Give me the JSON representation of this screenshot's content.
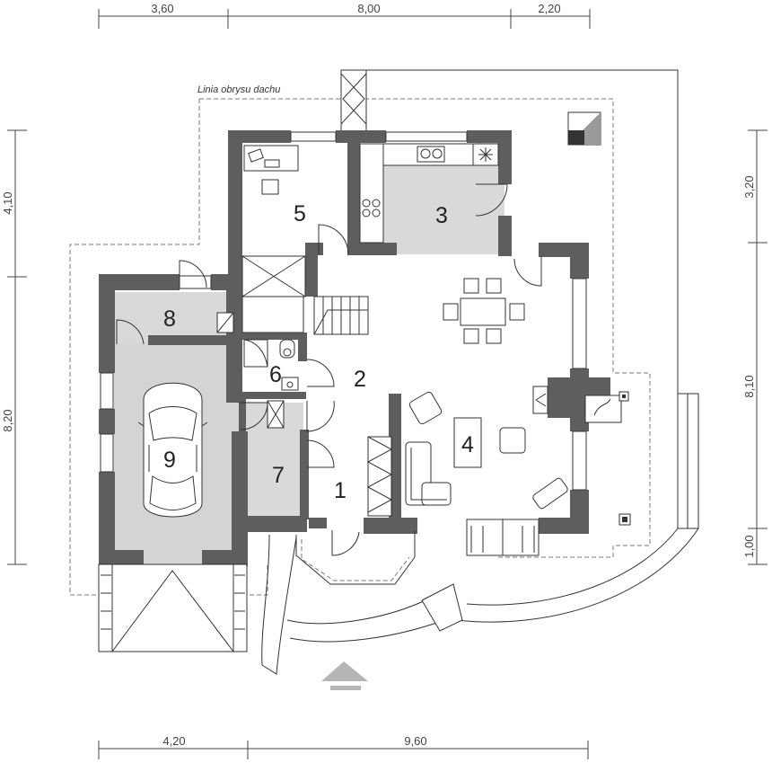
{
  "dimensions": {
    "top": [
      "3,60",
      "8,00",
      "2,20"
    ],
    "bottom": [
      "4,20",
      "9,60"
    ],
    "left": [
      "4,10",
      "8,20"
    ],
    "right": [
      "3,20",
      "8,10",
      "1,00"
    ]
  },
  "roof_label": "Linia obrysu dachu",
  "rooms": [
    "1",
    "2",
    "3",
    "4",
    "5",
    "6",
    "7",
    "8",
    "9"
  ],
  "colors": {
    "wall": "#5e5e5e",
    "floor_gray": "#d9d9d9",
    "garage_gray": "#d4d4d4",
    "line": "#333333"
  },
  "icons": [
    "entrance-arrow-icon",
    "compass-icon",
    "car-icon",
    "fireplace-icon",
    "stairs-icon"
  ]
}
